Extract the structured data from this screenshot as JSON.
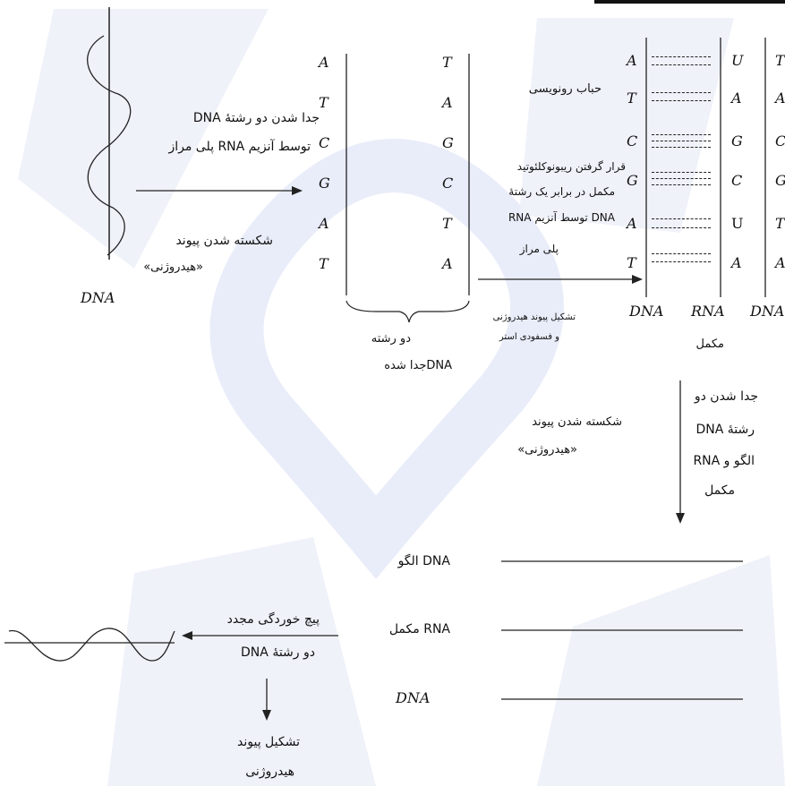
{
  "diagram": {
    "top_left": {
      "dna_label": "DNA",
      "step1_line1": "جدا شدن دو رشتهٔ DNA",
      "step1_line2": "توسط آنزیم RNA پلی مراز",
      "step2_line1": "شکسته شدن پیوند",
      "step2_line2": "«هیدروژنی»"
    },
    "separated": {
      "left_bases": [
        "A",
        "T",
        "C",
        "G",
        "A",
        "T"
      ],
      "right_bases": [
        "T",
        "A",
        "G",
        "C",
        "T",
        "A"
      ],
      "caption_line1": "دو رشته",
      "caption_line2": "DNAجدا شده"
    },
    "middle_notes": {
      "bubble": "حباب رونویسی",
      "placement_line1": "قرار گرفتن ریبونوکلئوتید",
      "placement_line2": "مکمل در برابر یک رشتهٔ",
      "placement_line3": "DNA توسط آنزیم RNA",
      "placement_line4": "پلی مراز",
      "bond_line1": "تشکیل پیوند هیدروژنی",
      "bond_line2": "و فسفودی استر"
    },
    "complex": {
      "dna_bases": [
        "A",
        "T",
        "C",
        "G",
        "A",
        "T"
      ],
      "rna_bases": [
        "U",
        "A",
        "G",
        "C",
        "U",
        "A"
      ],
      "right_bases": [
        "T",
        "A",
        "C",
        "G",
        "T",
        "A"
      ],
      "strand_labels": [
        "DNA",
        "RNA",
        "DNA"
      ],
      "caption": "مکمل"
    },
    "down_step": {
      "left_line1": "شکسته شدن پیوند",
      "left_line2": "«هیدروژنی»",
      "right_line1": "جدا شدن دو",
      "right_line2": "رشتهٔ DNA",
      "right_line3": "الگو و RNA",
      "right_line4": "مکمل"
    },
    "strands": {
      "template_dna": "DNA الگو",
      "complementary_rna": "RNA مکمل",
      "dna": "DNA"
    },
    "rewind": {
      "line1": "پیچ خوردگی مجدد",
      "line2": "دو رشتهٔ DNA",
      "bond_line1": "تشکیل پیوند",
      "bond_line2": "هیدروژنی"
    }
  }
}
